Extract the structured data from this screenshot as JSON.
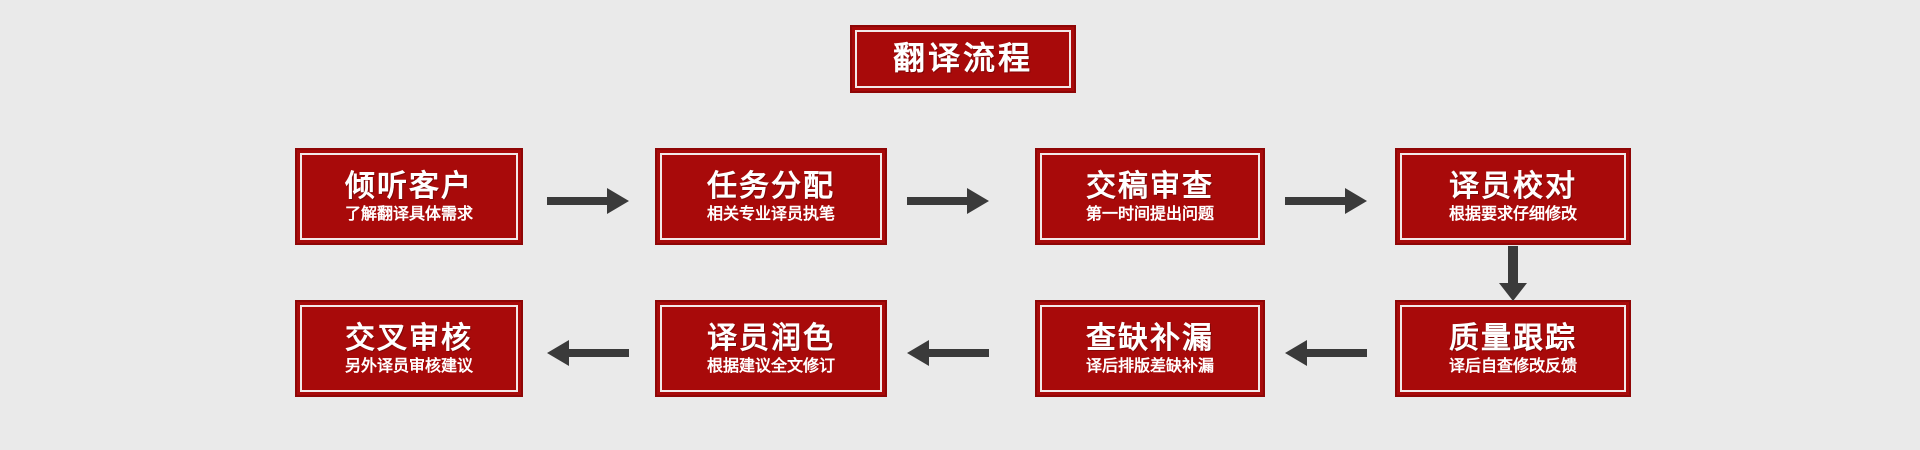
{
  "diagram": {
    "title": "翻译流程",
    "background_color": "#eaeaea",
    "box_fill_color": "#a80a0a",
    "box_border_color": "#8f0606",
    "box_inner_line_color": "#f3e9e9",
    "text_color": "#ffffff",
    "arrow_color": "#3a3a3a",
    "rows": [
      {
        "direction": "left-to-right",
        "nodes": [
          {
            "title": "倾听客户",
            "sub": "了解翻译具体需求"
          },
          {
            "title": "任务分配",
            "sub": "相关专业译员执笔"
          },
          {
            "title": "交稿审查",
            "sub": "第一时间提出问题"
          },
          {
            "title": "译员校对",
            "sub": "根据要求仔细修改"
          }
        ]
      },
      {
        "direction": "right-to-left",
        "nodes": [
          {
            "title": "交叉审核",
            "sub": "另外译员审核建议"
          },
          {
            "title": "译员润色",
            "sub": "根据建议全文修订"
          },
          {
            "title": "查缺补漏",
            "sub": "译后排版差缺补漏"
          },
          {
            "title": "质量跟踪",
            "sub": "译后自查修改反馈"
          }
        ]
      }
    ],
    "connectors": [
      {
        "name": "arrow-right-1",
        "icon": "arrow-right-icon"
      },
      {
        "name": "arrow-right-2",
        "icon": "arrow-right-icon"
      },
      {
        "name": "arrow-right-3",
        "icon": "arrow-right-icon"
      },
      {
        "name": "arrow-down-1",
        "icon": "arrow-down-icon"
      },
      {
        "name": "arrow-left-1",
        "icon": "arrow-left-icon"
      },
      {
        "name": "arrow-left-2",
        "icon": "arrow-left-icon"
      },
      {
        "name": "arrow-left-3",
        "icon": "arrow-left-icon"
      }
    ]
  }
}
